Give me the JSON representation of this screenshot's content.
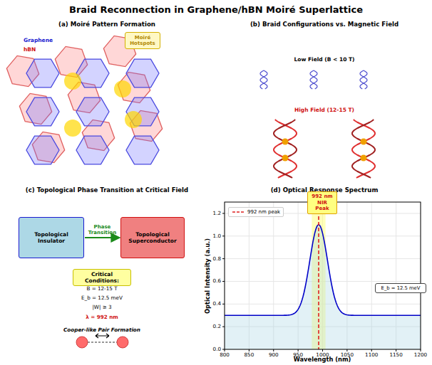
{
  "diagram": {
    "title": "Braid Reconnection in Graphene/hBN Moiré Superlattice",
    "nodes": [
      {
        "text": [
          "Moiré Hotspots"
        ]
      },
      {
        "text": [
          "Topological Insulator"
        ]
      },
      {
        "text": [
          "Topological Superconductor"
        ]
      },
      {
        "text": [
          "Critical Conditions:"
        ]
      },
      {
        "text": [
          "992 nm NIR Peak"
        ]
      },
      {
        "text": [
          "E_b = 12.5 meV"
        ]
      }
    ],
    "edges": [
      {
        "from": 1,
        "to": 2,
        "arrow": "to",
        "label": "Phase Transition"
      }
    ],
    "labels": [
      "(a) Moiré Pattern Formation",
      "Graphene",
      "hBN",
      "(b) Braid Configurations vs. Magnetic Field",
      "Low Field (B < 10 T)",
      "High Field (12-15 T)",
      "(c) Topological Phase Transition at Critical Field",
      "B = 12-15 T",
      "E_b = 12.5 meV",
      "|W| ≥ 3",
      "λ = 992 nm",
      "Cooper-like Pair Formation",
      "(d) Optical Response Spectrum",
      "Optical Intensity (a.u.)",
      "Wavelength (nm)",
      "800",
      "850",
      "900",
      "950",
      "1000",
      "1050",
      "1100",
      "1150",
      "1200",
      "0.0",
      "0.2",
      "0.4",
      "0.6",
      "0.8",
      "1.0",
      "1.2"
    ],
    "legend": [
      {
        "text": "992 nm peak"
      }
    ]
  }
}
